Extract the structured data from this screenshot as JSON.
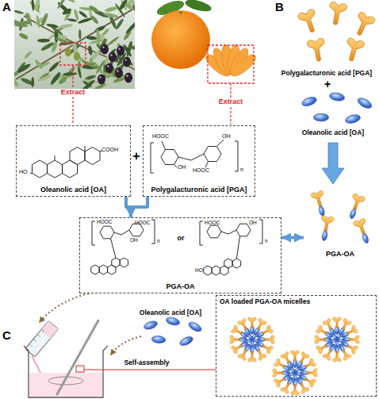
{
  "diagram": {
    "nodes": [
      {
        "text": [
          "Oleanolic acid [OA]"
        ]
      },
      {
        "text": [
          "Polygalacturonic acid [PGA]"
        ]
      },
      {
        "text": [
          "PGA-OA"
        ]
      },
      {
        "text": [
          "PGA-OA"
        ]
      },
      {
        "text": [
          "OA loaded PGA-OA micelles"
        ]
      }
    ],
    "edges": [
      {
        "from": 0,
        "to": 2,
        "arrow": "to"
      },
      {
        "from": 1,
        "to": 2,
        "arrow": "to"
      },
      {
        "from": 2,
        "to": 3,
        "arrow": "both"
      }
    ],
    "labels": [
      "A",
      "Extract",
      "Extract",
      "HO",
      "COOH",
      "+",
      "HOOC",
      "OH",
      "HOOC",
      "OH",
      "n",
      "B",
      "Polygalacturonic acid [PGA]",
      "+",
      "Oleanolic acid [OA]",
      "HOOC",
      "OH",
      "HOOC",
      "n",
      "or",
      "HOOC",
      "OH",
      "HO",
      "n",
      "C",
      "Oleanolic acid [OA]",
      "Self-assembly"
    ]
  }
}
